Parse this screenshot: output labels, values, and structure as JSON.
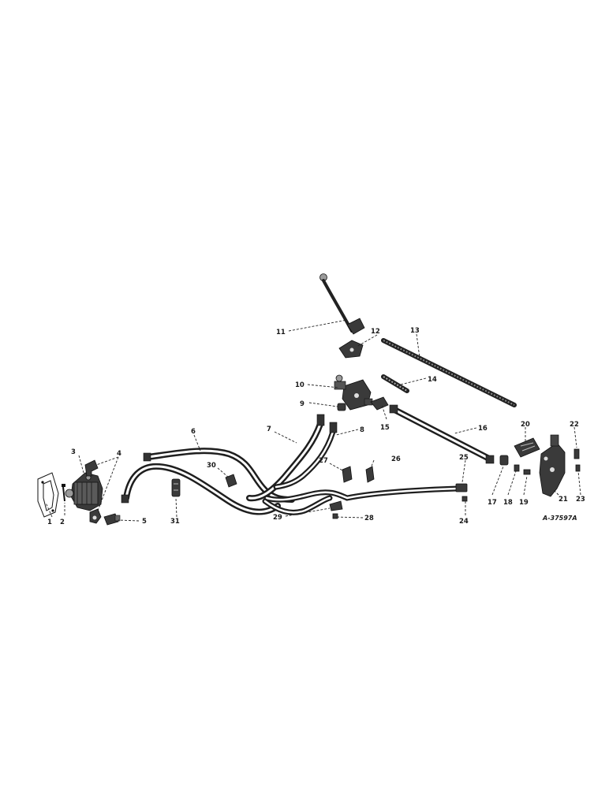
{
  "diagram": {
    "reference_code": "A-37597A",
    "callouts": [
      "1",
      "2",
      "3",
      "4",
      "5",
      "6",
      "7",
      "8",
      "9",
      "10",
      "11",
      "12",
      "13",
      "14",
      "15",
      "16",
      "17",
      "18",
      "19",
      "20",
      "21",
      "22",
      "23",
      "24",
      "25",
      "26",
      "27",
      "28",
      "29",
      "30",
      "31"
    ]
  }
}
